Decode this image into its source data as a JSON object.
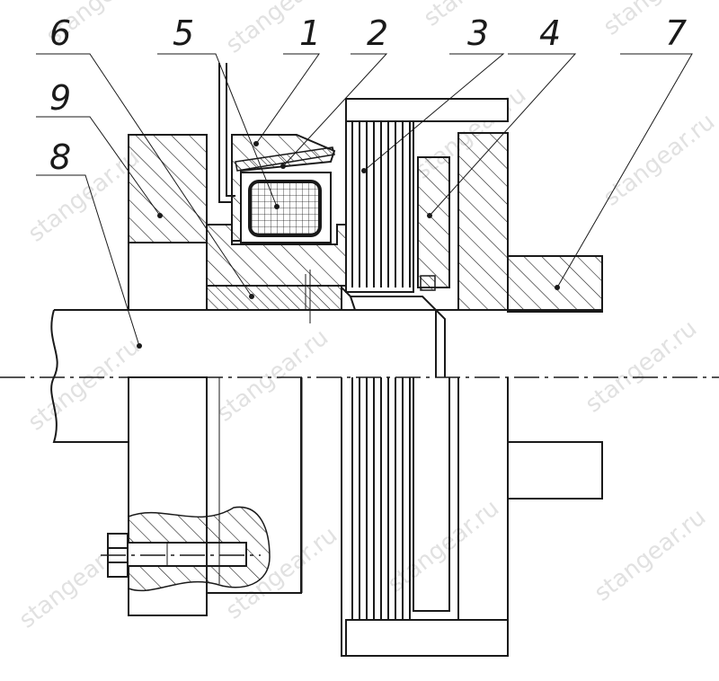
{
  "figure": {
    "callouts": [
      {
        "id": "c1",
        "label": "1"
      },
      {
        "id": "c2",
        "label": "2"
      },
      {
        "id": "c3",
        "label": "3"
      },
      {
        "id": "c4",
        "label": "4"
      },
      {
        "id": "c5",
        "label": "5"
      },
      {
        "id": "c6",
        "label": "6"
      },
      {
        "id": "c7",
        "label": "7"
      },
      {
        "id": "c8",
        "label": "8"
      },
      {
        "id": "c9",
        "label": "9"
      }
    ],
    "watermark": "stangear.ru"
  }
}
